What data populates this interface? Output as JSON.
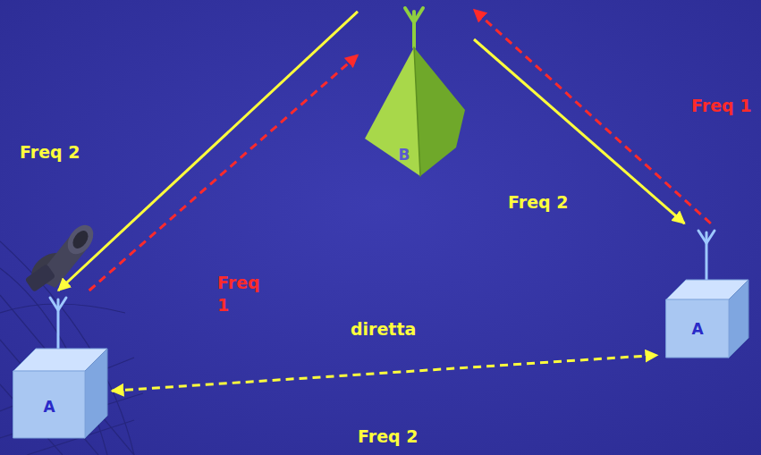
{
  "diagram": {
    "nodes": [
      {
        "text": [
          "B"
        ]
      },
      {
        "text": [
          "A"
        ]
      },
      {
        "text": [
          "A"
        ]
      }
    ],
    "edges": [
      {
        "from": 0,
        "to": 1,
        "arrow": "to",
        "label": "Freq 2"
      },
      {
        "from": 1,
        "to": 0,
        "arrow": "to",
        "label": "Freq 1"
      },
      {
        "from": 0,
        "to": 2,
        "arrow": "to",
        "label": "Freq 2"
      },
      {
        "from": 2,
        "to": 0,
        "arrow": "to",
        "label": "Freq 1"
      },
      {
        "from": 1,
        "to": 2,
        "arrow": "both",
        "label": "diretta"
      }
    ],
    "labels": [
      "Freq 2"
    ]
  }
}
